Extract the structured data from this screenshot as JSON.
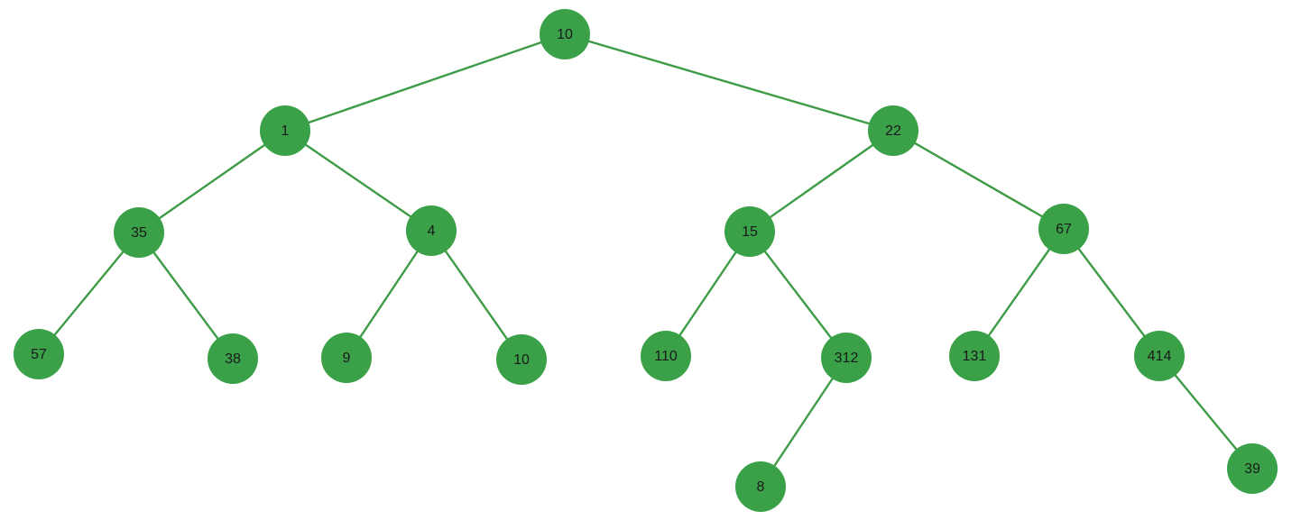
{
  "tree": {
    "colors": {
      "node_fill": "#3aa148",
      "edge": "#3e9b46",
      "label": "#1a1a1a",
      "background": "#ffffff"
    },
    "nodes": [
      {
        "id": "n0",
        "label": "10"
      },
      {
        "id": "n1",
        "label": "1"
      },
      {
        "id": "n2",
        "label": "22"
      },
      {
        "id": "n3",
        "label": "35"
      },
      {
        "id": "n4",
        "label": "4"
      },
      {
        "id": "n5",
        "label": "15"
      },
      {
        "id": "n6",
        "label": "67"
      },
      {
        "id": "n7",
        "label": "57"
      },
      {
        "id": "n8",
        "label": "38"
      },
      {
        "id": "n9",
        "label": "9"
      },
      {
        "id": "n10",
        "label": "10"
      },
      {
        "id": "n11",
        "label": "110"
      },
      {
        "id": "n12",
        "label": "312"
      },
      {
        "id": "n13",
        "label": "131"
      },
      {
        "id": "n14",
        "label": "414"
      },
      {
        "id": "n15",
        "label": "8"
      },
      {
        "id": "n16",
        "label": "39"
      }
    ],
    "edges": [
      {
        "from": "n0",
        "to": "n1"
      },
      {
        "from": "n0",
        "to": "n2"
      },
      {
        "from": "n1",
        "to": "n3"
      },
      {
        "from": "n1",
        "to": "n4"
      },
      {
        "from": "n2",
        "to": "n5"
      },
      {
        "from": "n2",
        "to": "n6"
      },
      {
        "from": "n3",
        "to": "n7"
      },
      {
        "from": "n3",
        "to": "n8"
      },
      {
        "from": "n4",
        "to": "n9"
      },
      {
        "from": "n4",
        "to": "n10"
      },
      {
        "from": "n5",
        "to": "n11"
      },
      {
        "from": "n5",
        "to": "n12"
      },
      {
        "from": "n6",
        "to": "n13"
      },
      {
        "from": "n6",
        "to": "n14"
      },
      {
        "from": "n12",
        "to": "n15"
      },
      {
        "from": "n14",
        "to": "n16"
      }
    ]
  }
}
